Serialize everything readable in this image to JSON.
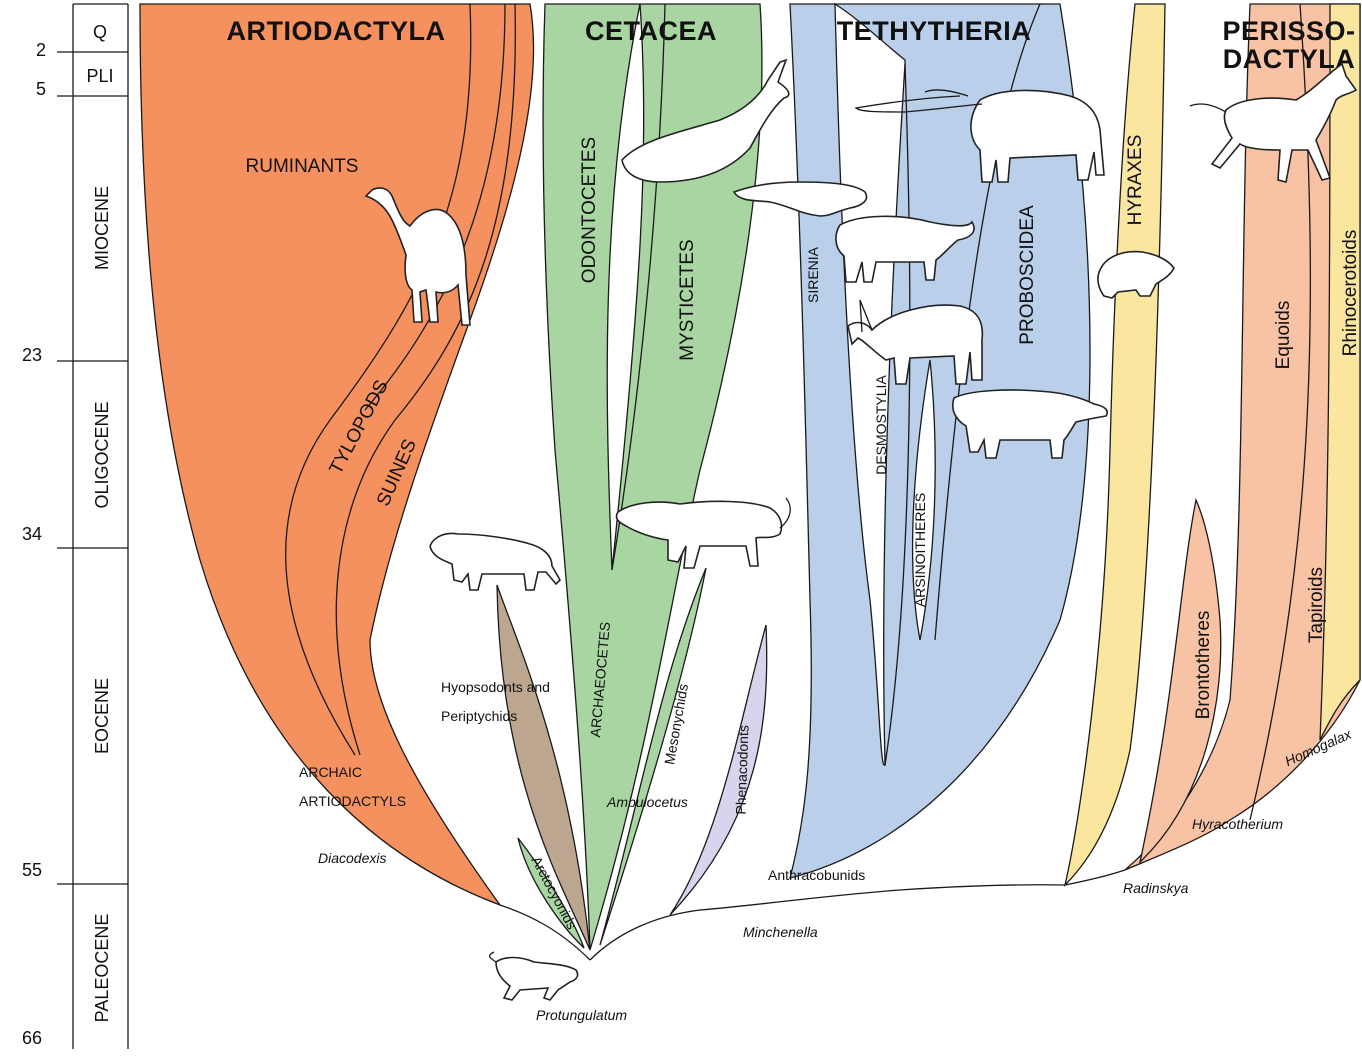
{
  "colors": {
    "artiodactyla": "#f4915f",
    "cetacea": "#a8d5a2",
    "tethytheria": "#b9cfea",
    "hyraxes": "#fbe6a0",
    "perissodactyla": "#f8c2a4",
    "hyopsodonts": "#bca68f",
    "phenacodonts": "#d9d3ee"
  },
  "timescale": {
    "ages": [
      "2",
      "5",
      "23",
      "34",
      "55",
      "66"
    ],
    "epochs": [
      "Q",
      "PLI",
      "MIOCENE",
      "OLIGOCENE",
      "EOCENE",
      "PALEOCENE"
    ]
  },
  "clades": {
    "artiodactyla": "ARTIODACTYLA",
    "cetacea": "CETACEA",
    "tethytheria": "TETHYTHERIA",
    "perisso_line1": "PERISSO-",
    "perisso_line2": "DACTYLA"
  },
  "groups": {
    "ruminants": "RUMINANTS",
    "tylopods": "TYLOPODS",
    "suines": "SUINES",
    "archaic1": "ARCHAIC",
    "archaic2": "ARTIODACTYLS",
    "odontocetes": "ODONTOCETES",
    "mysticetes": "MYSTICETES",
    "archaeocetes": "ARCHAEOCETES",
    "mesonychids": "Mesonychids",
    "phenacodonts": "Phenacodonts",
    "hyopsodonts1": "Hyopsodonts and",
    "hyopsodonts2": "Periptychids",
    "arctocyonids": "Arctocyonids",
    "sirenia": "SIRENIA",
    "desmostylia": "DESMOSTYLIA",
    "arsinoitheres": "ARSINOITHERES",
    "proboscidea": "PROBOSCIDEA",
    "hyraxes": "HYRAXES",
    "anthracobunids": "Anthracobunids",
    "brontotheres": "Brontotheres",
    "equoids": "Equoids",
    "tapiroids": "Tapiroids",
    "rhinocerotoids": "Rhinocerotoids"
  },
  "taxa": {
    "diacodexis": "Diacodexis",
    "ambulocetus": "Ambulocetus",
    "minchenella": "Minchenella",
    "protungulatum": "Protungulatum",
    "radinskya": "Radinskya",
    "hyracotherium": "Hyracotherium",
    "homogalax": "Homogalax"
  },
  "icons": [
    "camel-icon",
    "whale-icon",
    "seal-icon",
    "mammoth-icon",
    "mastodon-icon",
    "arsinoitherium-icon",
    "moeritherium-icon",
    "hyrax-icon",
    "horse-icon",
    "mesonychid-icon",
    "hyopsodus-icon",
    "protungulatum-icon"
  ]
}
